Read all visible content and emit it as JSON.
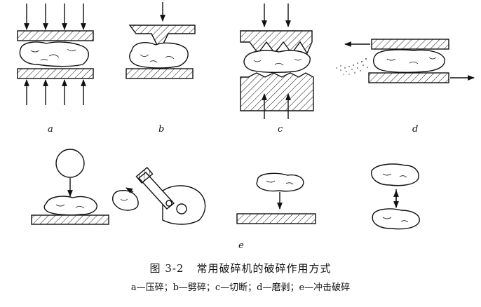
{
  "figure": {
    "labels": {
      "a": "a",
      "b": "b",
      "c": "c",
      "d": "d",
      "e": "e"
    }
  },
  "caption": {
    "number": "图 3-2",
    "title": "常用破碎机的破碎作用方式",
    "legend": "a—压碎；b—劈碎；c—切断；d—磨剥；e—冲击破碎"
  }
}
